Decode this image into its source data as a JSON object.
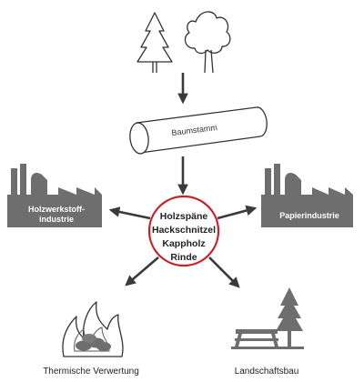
{
  "log": {
    "label": "Baumstamm"
  },
  "center": {
    "lines": [
      "Holzspäne",
      "Hackschnitzel",
      "Kappholz",
      "Rinde"
    ]
  },
  "left_factory": {
    "label_line1": "Holzwerkstoff-",
    "label_line2": "industrie"
  },
  "right_factory": {
    "label": "Papierindustrie"
  },
  "bottom_left": {
    "label": "Thermische Verwertung"
  },
  "bottom_right": {
    "label": "Landschaftsbau"
  },
  "colors": {
    "accent_ring": "#c8202a",
    "factory_gray": "#6e6e6e",
    "arrow": "#3a3a3a",
    "outline": "#333333"
  }
}
